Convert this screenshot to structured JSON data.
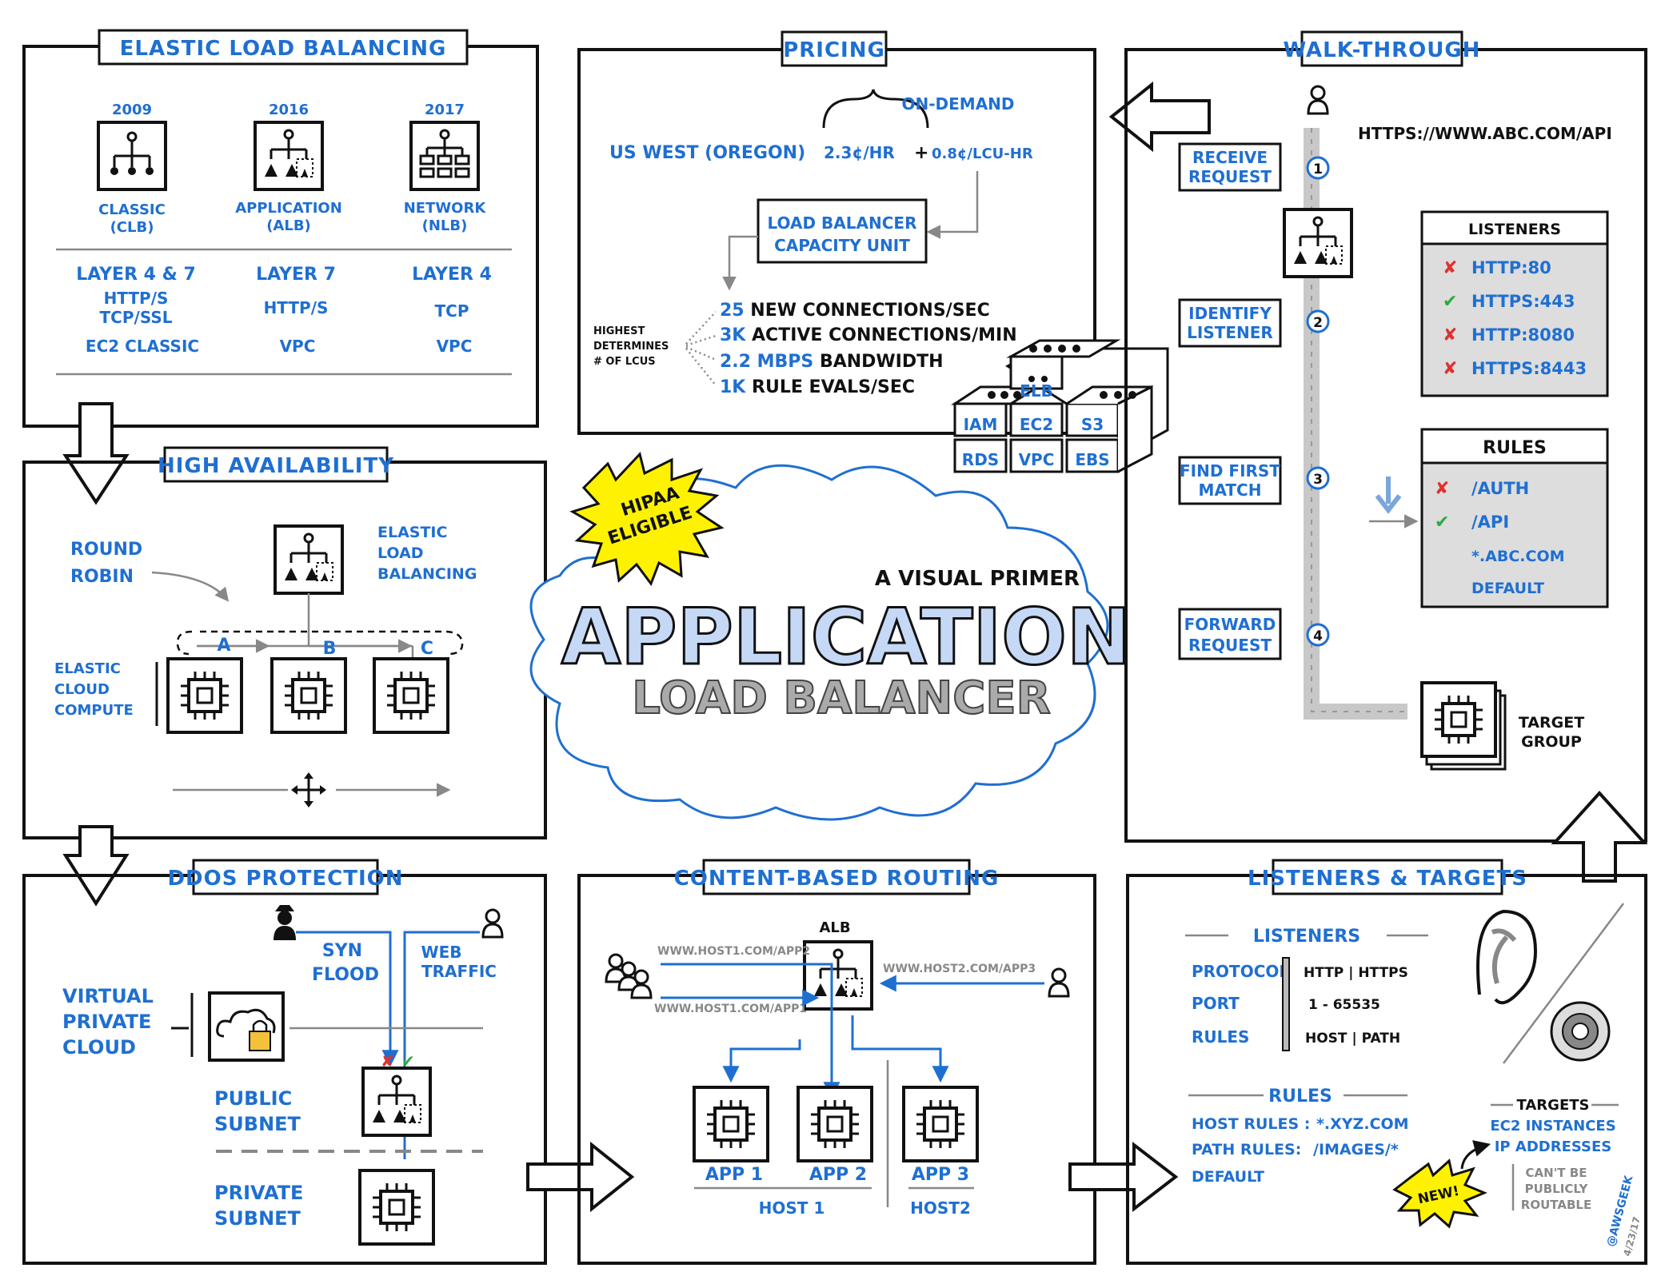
{
  "panels": {
    "elb": {
      "title": "ELASTIC LOAD BALANCING",
      "years": [
        "2009",
        "2016",
        "2017"
      ],
      "types": [
        {
          "name": "CLASSIC",
          "abbr": "(CLB)",
          "layer": "LAYER 4 & 7",
          "proto": "HTTP/S",
          "proto2": "TCP/SSL",
          "net": "EC2 CLASSIC"
        },
        {
          "name": "APPLICATION",
          "abbr": "(ALB)",
          "layer": "LAYER 7",
          "proto": "HTTP/S",
          "proto2": "",
          "net": "VPC"
        },
        {
          "name": "NETWORK",
          "abbr": "(NLB)",
          "layer": "LAYER 4",
          "proto": "TCP",
          "proto2": "",
          "net": "VPC"
        }
      ]
    },
    "pricing": {
      "title": "PRICING",
      "on_demand": "ON-DEMAND",
      "region": "US WEST (OREGON)",
      "hr_price": "2.3¢/HR",
      "plus": "+",
      "lcu_price": "0.8¢/LCU-HR",
      "lcu_line1": "LOAD BALANCER",
      "lcu_line2": "CAPACITY UNIT",
      "highest1": "HIGHEST",
      "highest2": "DETERMINES",
      "highest3": "# OF LCUS",
      "dims": [
        {
          "num": "25",
          "text": "NEW CONNECTIONS/SEC"
        },
        {
          "num": "3K",
          "text": "ACTIVE CONNECTIONS/MIN"
        },
        {
          "num": "2.2 MBPS",
          "text": "BANDWIDTH"
        },
        {
          "num": "1K",
          "text": "RULE EVALS/SEC"
        }
      ],
      "blocks": [
        "ELB",
        "IAM",
        "EC2",
        "S3",
        "RDS",
        "VPC",
        "EBS"
      ]
    },
    "walkthrough": {
      "title": "WALK-THROUGH",
      "url": "HTTPS://WWW.ABC.COM/API",
      "steps": [
        {
          "num": "1",
          "l1": "RECEIVE",
          "l2": "REQUEST"
        },
        {
          "num": "2",
          "l1": "IDENTIFY",
          "l2": "LISTENER"
        },
        {
          "num": "3",
          "l1": "FIND FIRST",
          "l2": "MATCH"
        },
        {
          "num": "4",
          "l1": "FORWARD",
          "l2": "REQUEST"
        }
      ],
      "listeners_title": "LISTENERS",
      "listeners": [
        {
          "mark": "✘",
          "ok": false,
          "text": "HTTP:80"
        },
        {
          "mark": "✔",
          "ok": true,
          "text": "HTTPS:443"
        },
        {
          "mark": "✘",
          "ok": false,
          "text": "HTTP:8080"
        },
        {
          "mark": "✘",
          "ok": false,
          "text": "HTTPS:8443"
        }
      ],
      "rules_title": "RULES",
      "rules": [
        {
          "mark": "✘",
          "ok": false,
          "text": "/AUTH"
        },
        {
          "mark": "✔",
          "ok": true,
          "text": "/API"
        },
        {
          "mark": "",
          "ok": null,
          "text": "*.ABC.COM"
        },
        {
          "mark": "",
          "ok": null,
          "text": "DEFAULT"
        }
      ],
      "target1": "TARGET",
      "target2": "GROUP"
    },
    "ha": {
      "title": "HIGH AVAILABILITY",
      "round1": "ROUND",
      "round2": "ROBIN",
      "elb1": "ELASTIC",
      "elb2": "LOAD",
      "elb3": "BALANCING",
      "ec1": "ELASTIC",
      "ec2": "CLOUD",
      "ec3": "COMPUTE",
      "letters": [
        "A",
        "B",
        "C"
      ]
    },
    "center": {
      "badge1": "HIPAA",
      "badge2": "ELIGIBLE",
      "subtitle": "A VISUAL PRIMER",
      "title1": "APPLICATION",
      "title2": "LOAD BALANCER"
    },
    "ddos": {
      "title": "DDOS PROTECTION",
      "syn1": "SYN",
      "syn2": "FLOOD",
      "web1": "WEB",
      "web2": "TRAFFIC",
      "vpc1": "VIRTUAL",
      "vpc2": "PRIVATE",
      "vpc3": "CLOUD",
      "pub1": "PUBLIC",
      "pub2": "SUBNET",
      "priv1": "PRIVATE",
      "priv2": "SUBNET"
    },
    "cbr": {
      "title": "CONTENT-BASED ROUTING",
      "alb": "ALB",
      "url1": "WWW.HOST1.COM/APP2",
      "url2": "WWW.HOST1.COM/APP1",
      "url3": "WWW.HOST2.COM/APP3",
      "apps": [
        "APP 1",
        "APP 2",
        "APP 3"
      ],
      "host1": "HOST 1",
      "host2": "HOST2"
    },
    "lt": {
      "title": "LISTENERS & TARGETS",
      "listeners_head": "LISTENERS",
      "rows": [
        {
          "k": "PROTOCOL",
          "v": "HTTP | HTTPS"
        },
        {
          "k": "PORT",
          "v": "1 - 65535"
        },
        {
          "k": "RULES",
          "v": "HOST | PATH"
        }
      ],
      "rules_head": "RULES",
      "host_rules_k": "HOST RULES :",
      "host_rules_v": "*.XYZ.COM",
      "path_rules_k": "PATH RULES:",
      "path_rules_v": "/IMAGES/*",
      "default": "DEFAULT",
      "targets_head": "TARGETS",
      "t1": "EC2 INSTANCES",
      "t2": "IP ADDRESSES",
      "new": "NEW!",
      "note1": "CAN'T BE",
      "note2": "PUBLICLY",
      "note3": "ROUTABLE",
      "sig": "@AWSGEEK",
      "date": "4/23/17"
    }
  }
}
